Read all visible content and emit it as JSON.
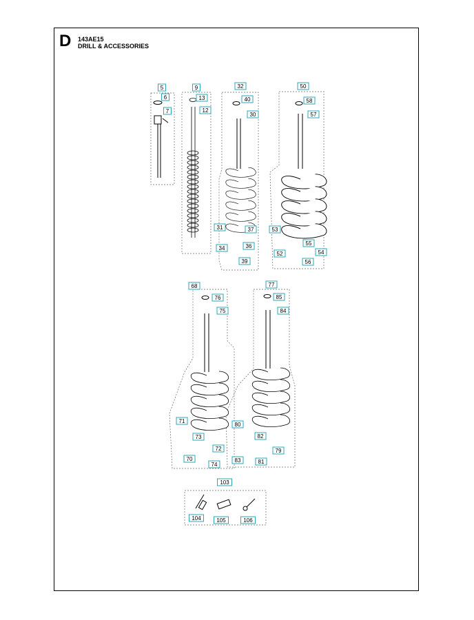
{
  "header": {
    "section_letter": "D",
    "model": "143AE15",
    "title": "DRILL & ACCESSORIES"
  },
  "colors": {
    "callout_border": "#2aa6b8",
    "line": "#000000"
  },
  "callouts": [
    "5",
    "6",
    "7",
    "9",
    "13",
    "12",
    "32",
    "40",
    "30",
    "31",
    "37",
    "34",
    "36",
    "39",
    "50",
    "58",
    "57",
    "53",
    "55",
    "52",
    "56",
    "54",
    "68",
    "76",
    "75",
    "71",
    "73",
    "72",
    "70",
    "74",
    "77",
    "85",
    "84",
    "80",
    "82",
    "79",
    "83",
    "81",
    "103",
    "104",
    "105",
    "106"
  ]
}
